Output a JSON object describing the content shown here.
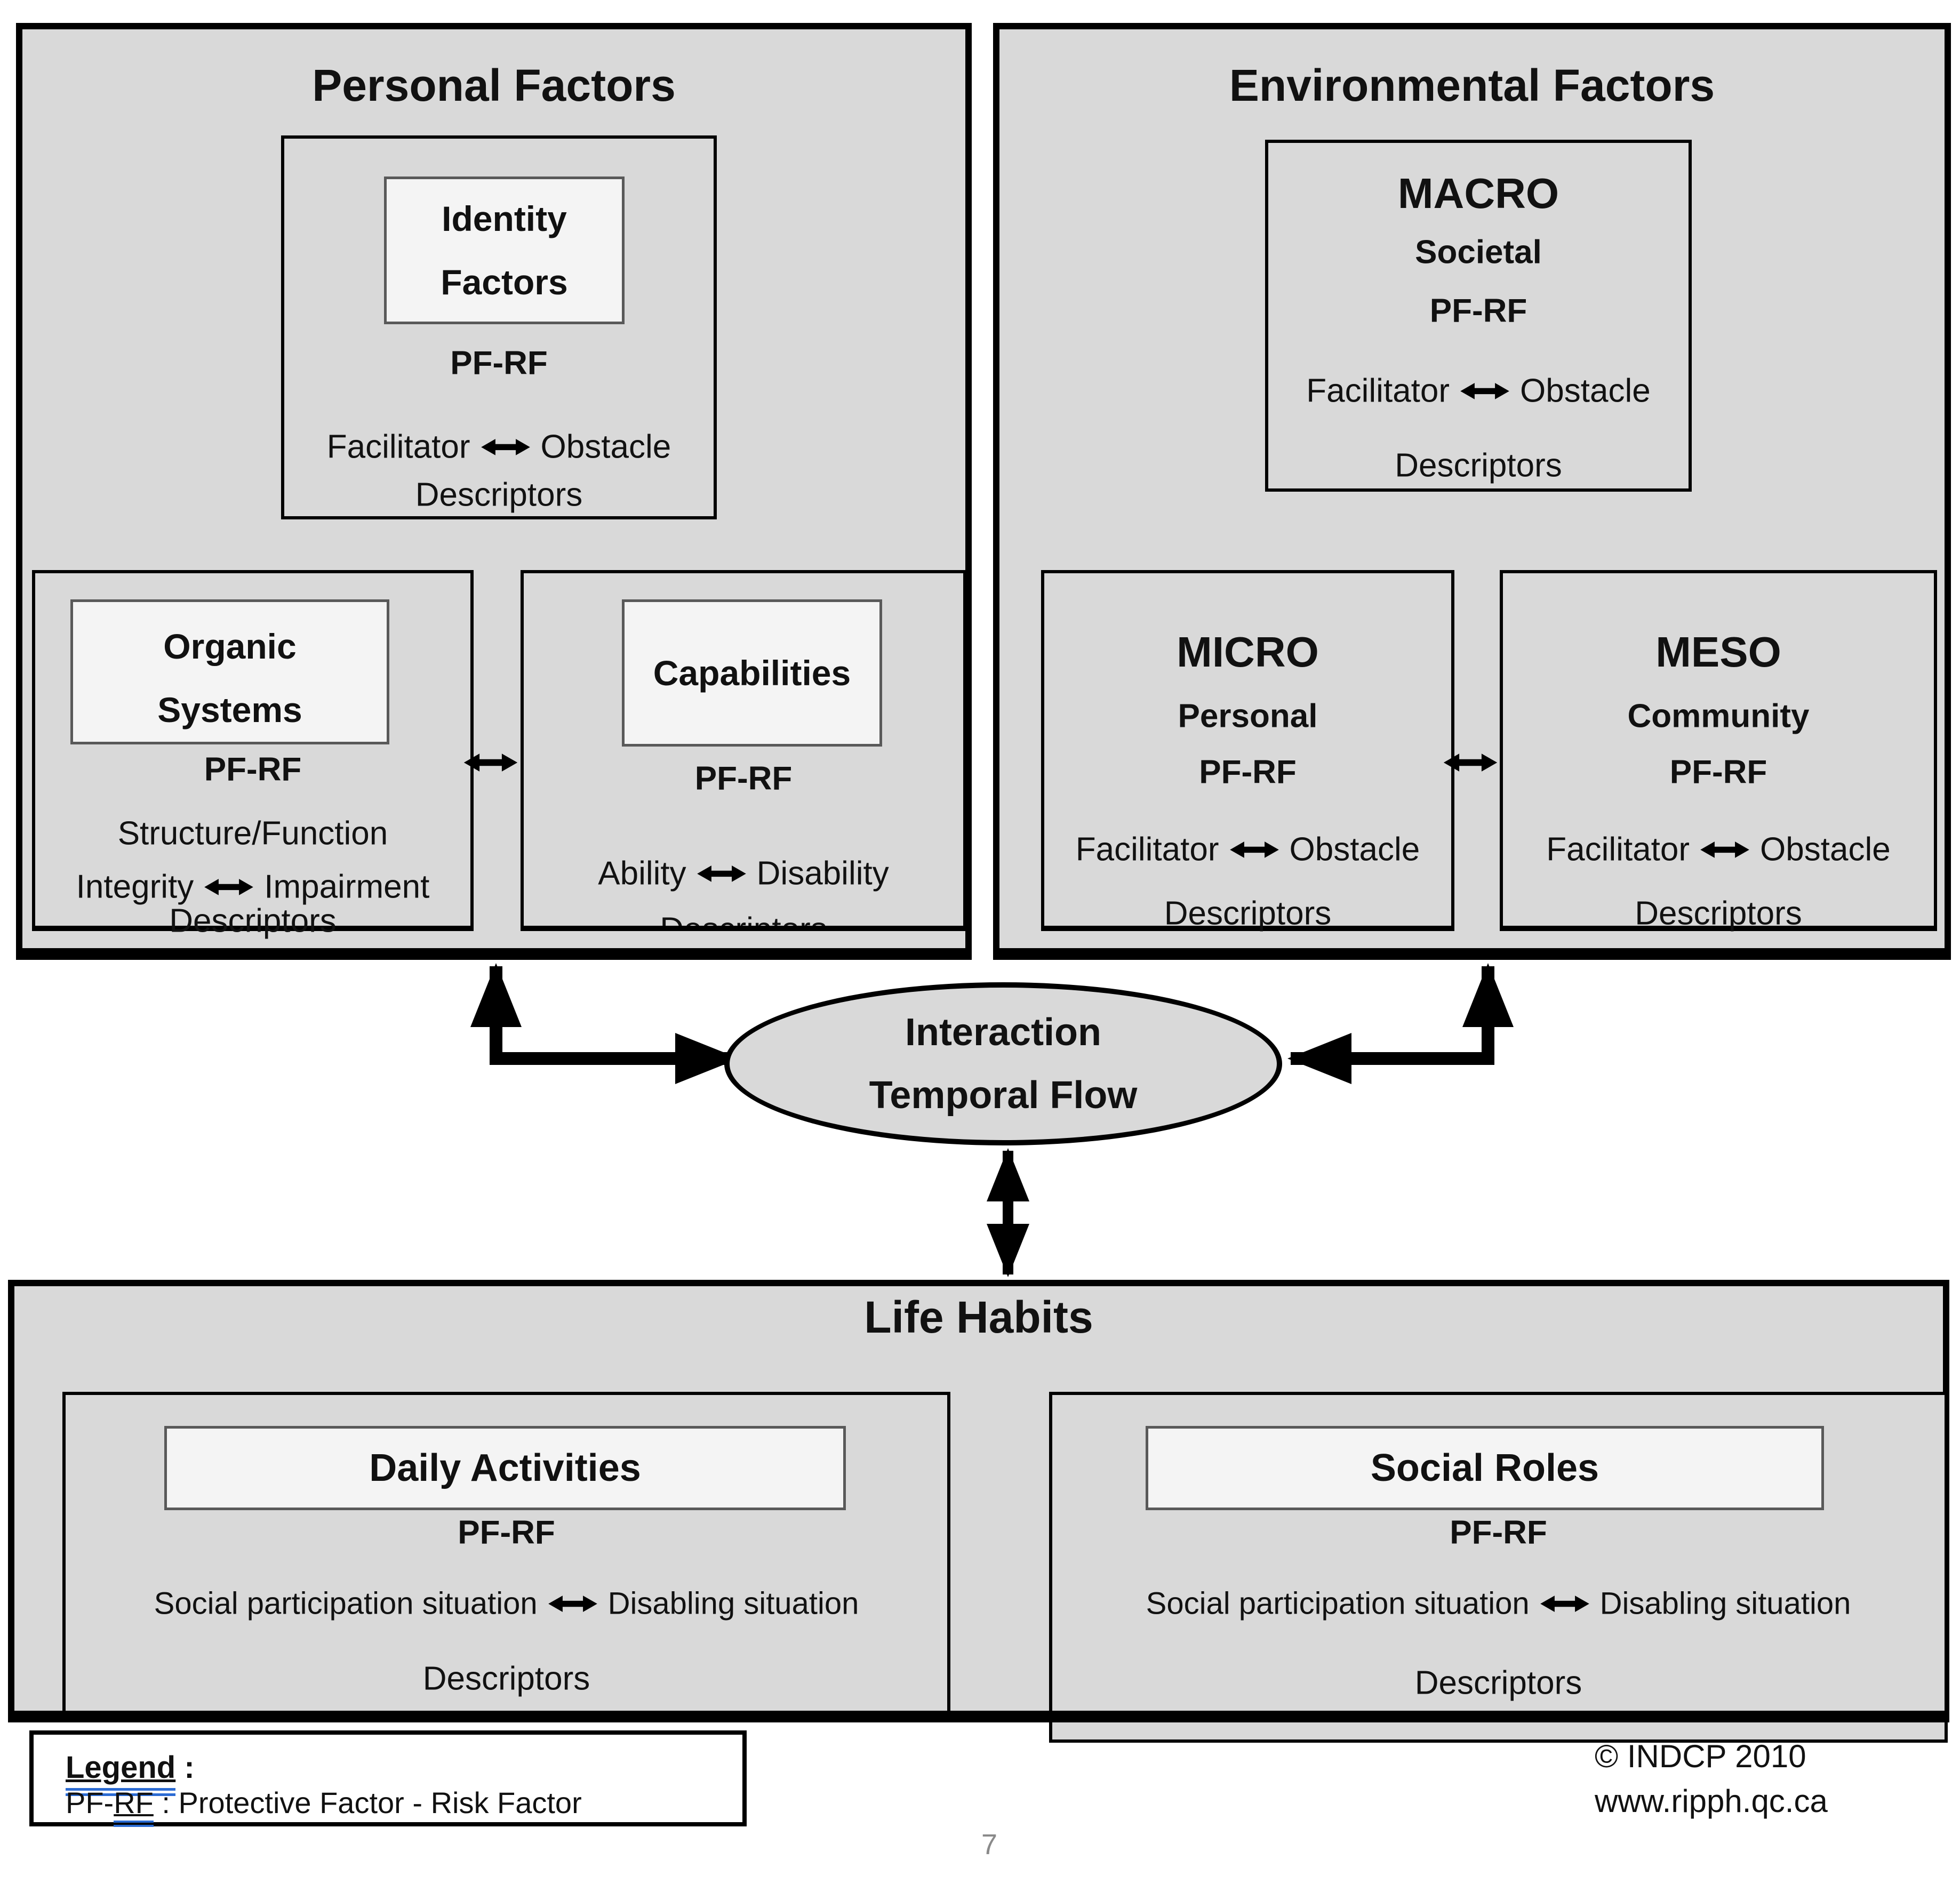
{
  "colors": {
    "box_fill": "#d9d9d9",
    "inner_fill": "#f4f4f4",
    "border": "#000000",
    "inner_border": "#595959",
    "legend_underline": "#2b6bd3",
    "page_number": "#8a8a8a"
  },
  "personal_factors": {
    "title": "Personal Factors",
    "identity": {
      "line1": "Identity",
      "line2": "Factors",
      "pf_rf": "PF-RF",
      "left": "Facilitator",
      "right": "Obstacle",
      "descriptors": "Descriptors"
    },
    "organic": {
      "line1": "Organic",
      "line2": "Systems",
      "pf_rf": "PF-RF",
      "dimension": "Structure/Function",
      "left": "Integrity",
      "right": "Impairment",
      "descriptors": "Descriptors"
    },
    "capabilities": {
      "title": "Capabilities",
      "pf_rf": "PF-RF",
      "left": "Ability",
      "right": "Disability",
      "descriptors": "Descriptors"
    }
  },
  "environmental_factors": {
    "title": "Environmental Factors",
    "macro": {
      "title": "MACRO",
      "subtitle": "Societal",
      "pf_rf": "PF-RF",
      "left": "Facilitator",
      "right": "Obstacle",
      "descriptors": "Descriptors"
    },
    "micro": {
      "title": "MICRO",
      "subtitle": "Personal",
      "pf_rf": "PF-RF",
      "left": "Facilitator",
      "right": "Obstacle",
      "descriptors": "Descriptors"
    },
    "meso": {
      "title": "MESO",
      "subtitle": "Community",
      "pf_rf": "PF-RF",
      "left": "Facilitator",
      "right": "Obstacle",
      "descriptors": "Descriptors"
    }
  },
  "interaction": {
    "line1": "Interaction",
    "line2": "Temporal Flow"
  },
  "life_habits": {
    "title": "Life Habits",
    "daily_activities": {
      "title": "Daily Activities",
      "pf_rf": "PF-RF",
      "left": "Social participation situation",
      "right": "Disabling situation",
      "descriptors": "Descriptors"
    },
    "social_roles": {
      "title": "Social Roles",
      "pf_rf": "PF-RF",
      "left": "Social participation situation",
      "right": "Disabling situation",
      "descriptors": "Descriptors"
    }
  },
  "legend": {
    "title_word": "Legend",
    "title_colon": " :",
    "entry_prefix": "PF-",
    "entry_underlined": "RF",
    "entry_suffix": " : Protective Factor - Risk Factor"
  },
  "footer": {
    "copyright": "© INDCP 2010",
    "website": "www.ripph.qc.ca",
    "page_number": "7"
  }
}
